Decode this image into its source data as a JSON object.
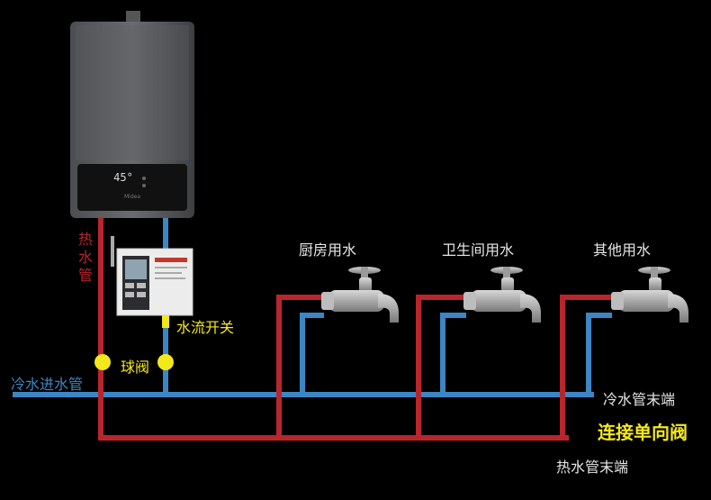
{
  "heater": {
    "display_temp": "45°",
    "brand": "Midea"
  },
  "labels": {
    "hot_pipe_chars": [
      "热",
      "水",
      "管"
    ],
    "cold_inlet": "冷水进水管",
    "ball_valve": "球阀",
    "flow_switch": "水流开关",
    "kitchen": "厨房用水",
    "bathroom": "卫生间用水",
    "other": "其他用水",
    "cold_end": "冷水管末端",
    "hot_end": "热水管末端",
    "check_valve": "连接单向阀"
  },
  "colors": {
    "hot_pipe": "#b8262c",
    "cold_pipe": "#3c86c4",
    "valve": "#f3e81c",
    "background": "#000000"
  },
  "icons": [
    "faucet-icon",
    "ball-valve-icon",
    "water-heater",
    "controller-device"
  ]
}
